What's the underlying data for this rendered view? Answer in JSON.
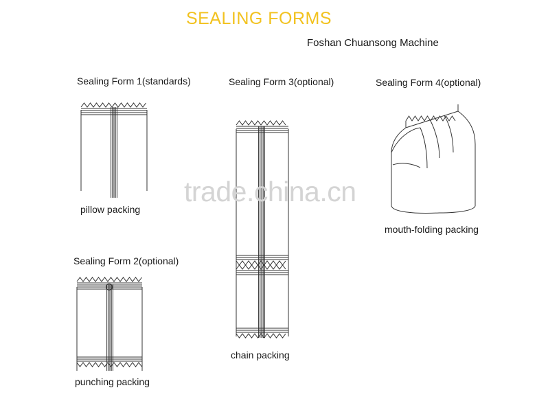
{
  "title": "SEALING FORMS",
  "company": "Foshan Chuansong Machine",
  "watermark": "trade.china.cn",
  "colors": {
    "title": "#f2c21f",
    "watermark": "#d4d4d4",
    "line": "#333333"
  },
  "forms": [
    {
      "label": "Sealing Form 1(standards)",
      "caption": "pillow packing"
    },
    {
      "label": "Sealing Form 2(optional)",
      "caption": "punching packing"
    },
    {
      "label": "Sealing Form 3(optional)",
      "caption": "chain packing"
    },
    {
      "label": "Sealing Form 4(optional)",
      "caption": "mouth-folding packing"
    }
  ]
}
